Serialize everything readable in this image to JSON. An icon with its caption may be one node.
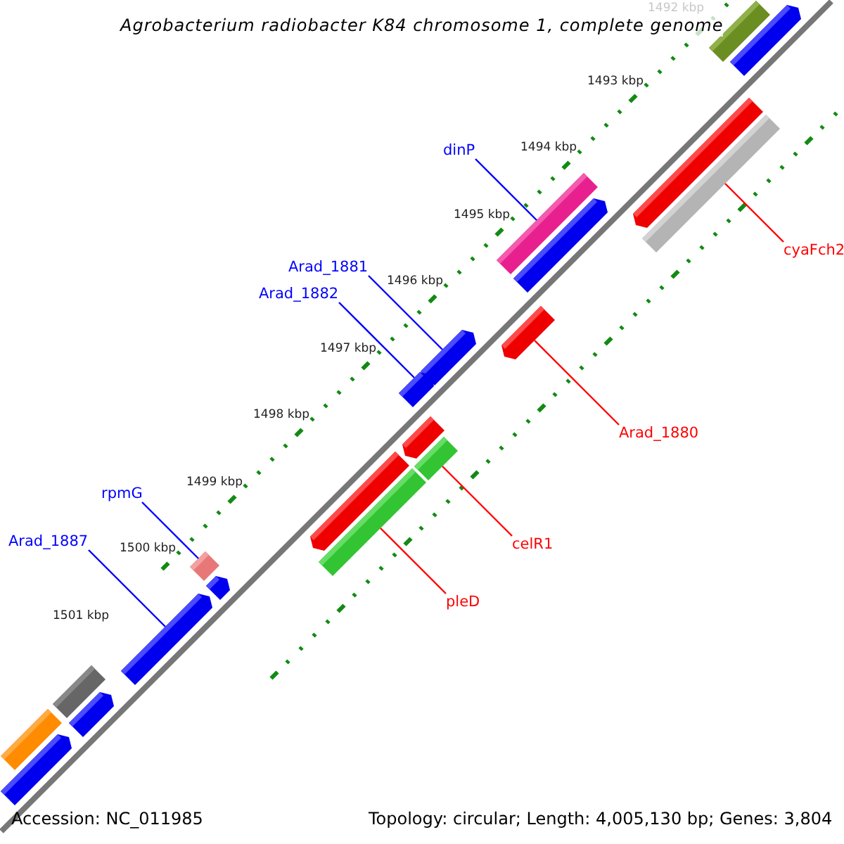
{
  "diagram": {
    "title": "Agrobacterium radiobacter K84 chromosome 1, complete genome",
    "nodes": [
      {
        "text": [
          "dinP"
        ]
      },
      {
        "text": [
          "Arad_1881"
        ]
      },
      {
        "text": [
          "Arad_1882"
        ]
      },
      {
        "text": [
          "rpmG"
        ]
      },
      {
        "text": [
          "Arad_1887"
        ]
      },
      {
        "text": [
          "cyaFch2"
        ]
      },
      {
        "text": [
          "Arad_1880"
        ]
      },
      {
        "text": [
          "celR1"
        ]
      },
      {
        "text": [
          "pleD"
        ]
      },
      {
        "text": [],
        "shape": "bar"
      },
      {
        "text": [],
        "shape": "arrow"
      },
      {
        "text": [],
        "shape": "bar"
      },
      {
        "text": [],
        "shape": "arrow"
      },
      {
        "text": [],
        "shape": "arrow"
      },
      {
        "text": [],
        "shape": "bar"
      },
      {
        "text": [],
        "shape": "arrow"
      },
      {
        "text": [],
        "shape": "arrow"
      },
      {
        "text": [],
        "shape": "arrow"
      },
      {
        "text": [],
        "shape": "arrow"
      },
      {
        "text": [],
        "shape": "arrow"
      },
      {
        "text": [],
        "shape": "bar"
      },
      {
        "text": [],
        "shape": "bar"
      },
      {
        "text": [],
        "shape": "bar"
      },
      {
        "text": [],
        "shape": "arrow"
      },
      {
        "text": [],
        "shape": "arrow"
      },
      {
        "text": [],
        "shape": "bar"
      },
      {
        "text": [],
        "shape": "bar"
      },
      {
        "text": [],
        "shape": "arrow"
      },
      {
        "text": [],
        "shape": "arrow"
      }
    ],
    "edges": [
      {
        "from": 0,
        "to": 11,
        "arrow": "none"
      },
      {
        "from": 1,
        "to": 15,
        "arrow": "none"
      },
      {
        "from": 2,
        "to": 16,
        "arrow": "none"
      },
      {
        "from": 3,
        "to": 22,
        "arrow": "none"
      },
      {
        "from": 4,
        "to": 24,
        "arrow": "none"
      },
      {
        "from": 5,
        "to": 14,
        "arrow": "none",
        "color": "#ff0000"
      },
      {
        "from": 6,
        "to": 17,
        "arrow": "none",
        "color": "#ff0000"
      },
      {
        "from": 7,
        "to": 20,
        "arrow": "none",
        "color": "#ff0000"
      },
      {
        "from": 8,
        "to": 21,
        "arrow": "none",
        "color": "#ff0000"
      }
    ],
    "labels": [
      "1492 kbp",
      "1493 kbp",
      "1494 kbp",
      "1495 kbp",
      "1496 kbp",
      "1497 kbp",
      "1498 kbp",
      "1499 kbp",
      "1500 kbp",
      "1501 kbp",
      "Accession: NC_011985",
      "Topology: circular; Length: 4,005,130 bp; Genes: 3,804"
    ]
  }
}
